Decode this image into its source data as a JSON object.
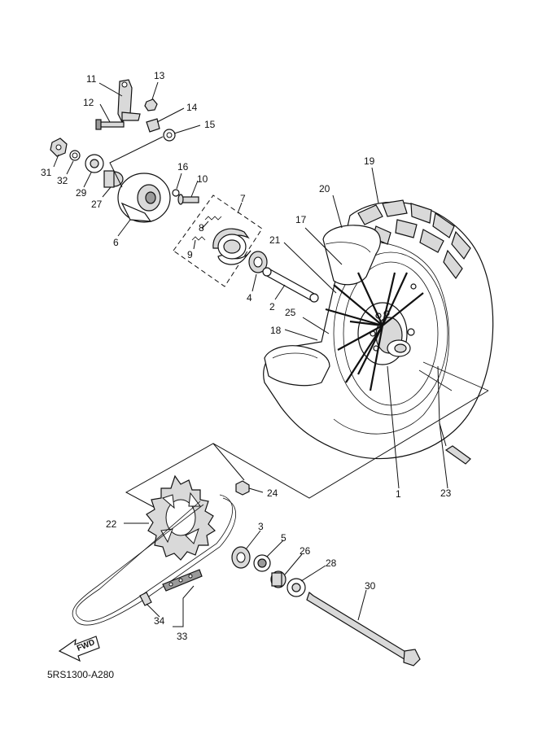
{
  "diagram_code": "5RS1300-A280",
  "fwd_label": "FWD",
  "callouts": [
    "1",
    "2",
    "3",
    "4",
    "5",
    "6",
    "7",
    "8",
    "9",
    "10",
    "11",
    "12",
    "13",
    "14",
    "15",
    "16",
    "17",
    "18",
    "19",
    "20",
    "21",
    "22",
    "23",
    "24",
    "25",
    "26",
    "27",
    "28",
    "29",
    "30",
    "31",
    "32",
    "33",
    "34"
  ]
}
